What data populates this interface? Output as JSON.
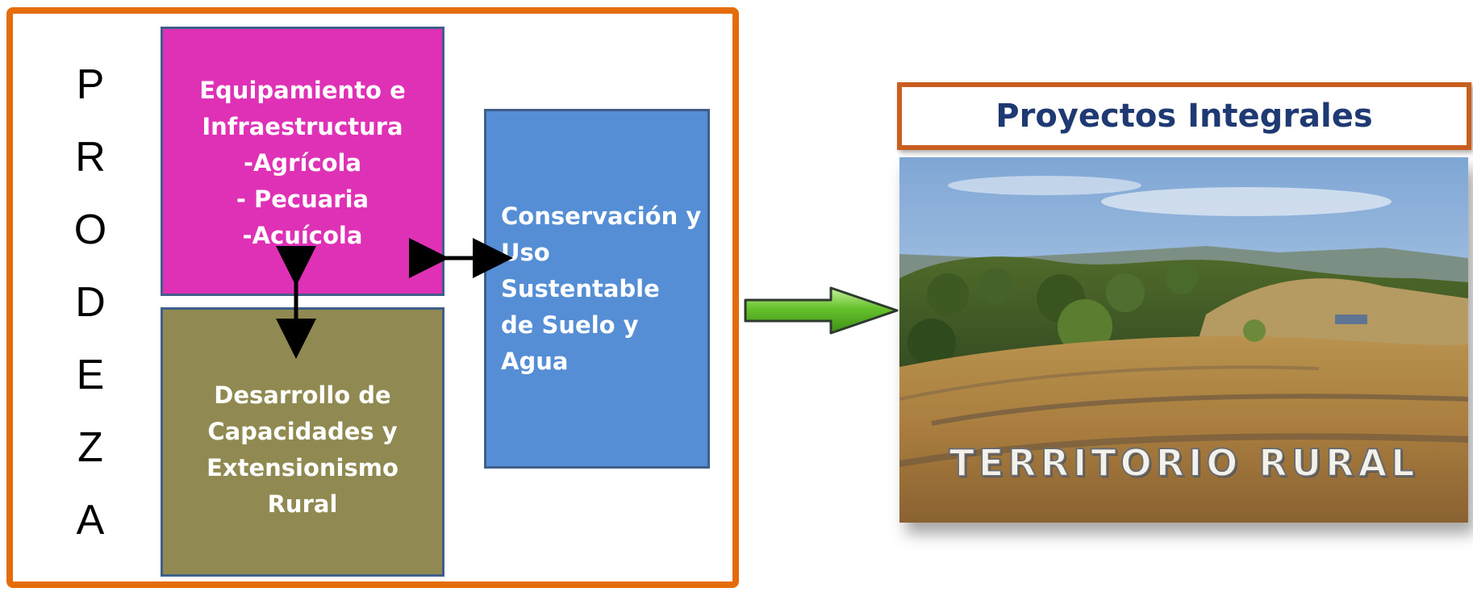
{
  "side_title_letters": [
    "P",
    "R",
    "O",
    "D",
    "E",
    "Z",
    "A"
  ],
  "boxes": {
    "equipamiento": "Equipamiento e\nInfraestructura\n-Agrícola\n- Pecuaria\n-Acuícola",
    "desarrollo": "Desarrollo de\nCapacidades y\nExtensionismo\nRural",
    "conservacion": "Conservación y\nUso Sustentable\nde Suelo y Agua"
  },
  "right_panel": {
    "title": "Proyectos Integrales",
    "photo_caption": "TERRITORIO RURAL"
  },
  "colors": {
    "frame": "#e46c0a",
    "magenta_box": "#de31b5",
    "olive_box": "#908a52",
    "blue_box": "#558ed5",
    "title_text": "#1f3a72",
    "arrow_green": "#5cb82a"
  }
}
